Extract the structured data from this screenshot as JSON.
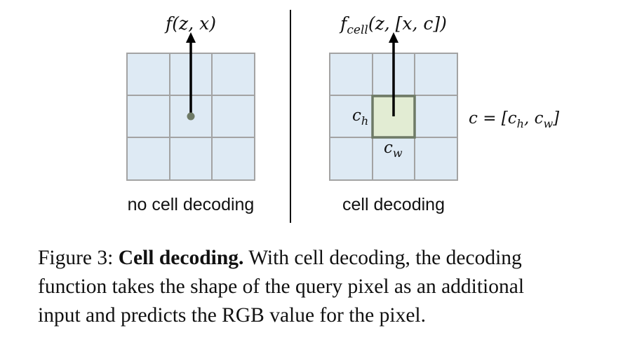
{
  "figure": {
    "left_panel": {
      "function_label": "f(z, x)",
      "caption": "no cell decoding"
    },
    "right_panel": {
      "function_name": "f",
      "function_subscript": "cell",
      "function_args": "(z, [x, c])",
      "cell_height_label": "c",
      "cell_height_sub": "h",
      "cell_width_label": "c",
      "cell_width_sub": "w",
      "cell_def_prefix": "c = [c",
      "cell_def_h": "h",
      "cell_def_mid": ", c",
      "cell_def_w": "w",
      "cell_def_suffix": "]",
      "caption": "cell decoding"
    },
    "colors": {
      "grid_fill": "#deeaf4",
      "grid_line": "#a3a3a3",
      "highlight_fill": "#e2ecd3",
      "highlight_border": "#6e7a66",
      "dot": "#6e7a66",
      "arrow": "#000000"
    }
  },
  "caption": {
    "label": "Figure 3:",
    "bold": "Cell decoding.",
    "line1_rest": "With cell decoding, the decoding",
    "line2": "function takes the shape of the query pixel as an additional",
    "line3": "input and predicts the RGB value for the pixel."
  }
}
